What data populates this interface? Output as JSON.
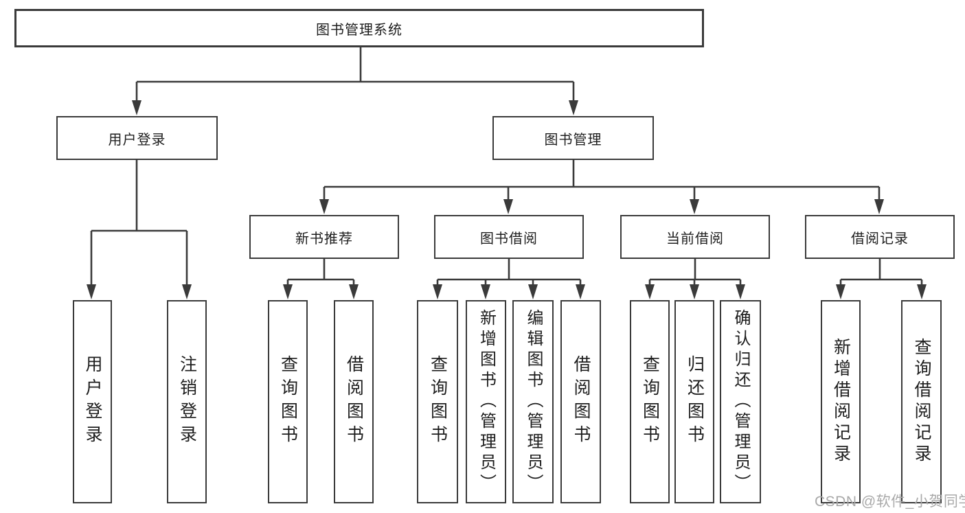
{
  "colors": {
    "line": "#3a3a3a",
    "box_border": "#3a3a3a",
    "text": "#1d1d1d",
    "background": "#ffffff",
    "watermark": "#a9a9a9"
  },
  "tree": {
    "root": {
      "label": "图书管理系统"
    },
    "branches": [
      {
        "label": "用户登录",
        "children": [
          {
            "label": "用户登录"
          },
          {
            "label": "注销登录"
          }
        ]
      },
      {
        "label": "图书管理",
        "children": [
          {
            "label": "新书推荐",
            "children": [
              {
                "label": "查询图书"
              },
              {
                "label": "借阅图书"
              }
            ]
          },
          {
            "label": "图书借阅",
            "children": [
              {
                "label": "查询图书"
              },
              {
                "label": "新增图书（管理员）"
              },
              {
                "label": "编辑图书（管理员）"
              },
              {
                "label": "借阅图书"
              }
            ]
          },
          {
            "label": "当前借阅",
            "children": [
              {
                "label": "查询图书"
              },
              {
                "label": "归还图书"
              },
              {
                "label": "确认归还（管理员）"
              }
            ]
          },
          {
            "label": "借阅记录",
            "children": [
              {
                "label": "新增借阅记录"
              },
              {
                "label": "查询借阅记录"
              }
            ]
          }
        ]
      }
    ]
  },
  "watermark": {
    "text": "CSDN @软件_小贺同学"
  }
}
